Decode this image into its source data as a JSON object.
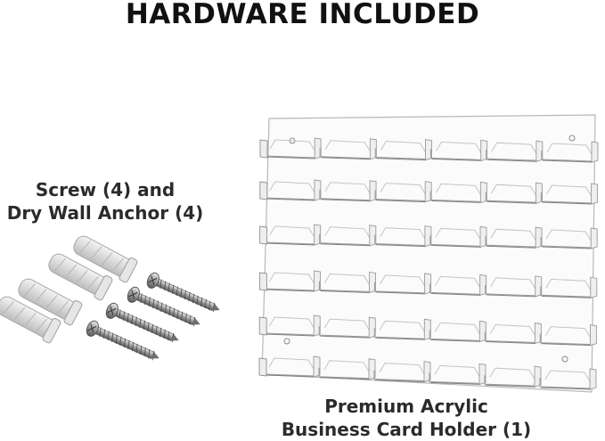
{
  "title": "HARDWARE INCLUDED",
  "hardware_caption": {
    "line1": "Screw (4) and",
    "line2": "Dry Wall Anchor (4)"
  },
  "holder_caption": {
    "line1": "Premium Acrylic",
    "line2": "Business Card Holder (1)"
  },
  "holder": {
    "rows": 6,
    "pockets_per_row": 6
  },
  "hardware": {
    "screws": 4,
    "anchors": 4
  }
}
